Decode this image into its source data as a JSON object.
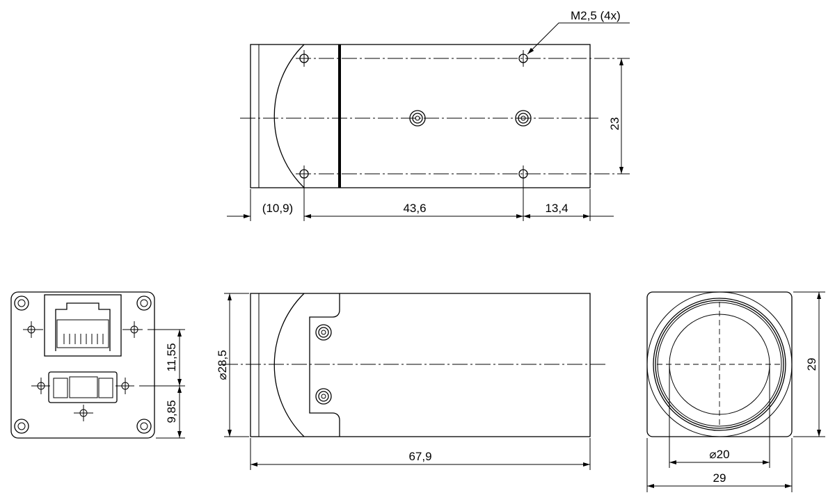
{
  "top_view": {
    "thread_callout": "M2,5 (4x)",
    "dim_height": "23",
    "dim_flange": "(10,9)",
    "dim_hole_spacing": "43,6",
    "dim_rear": "13,4"
  },
  "side_view": {
    "dim_diameter": "⌀28,5",
    "dim_length": "67,9"
  },
  "back_view": {
    "dim_upper": "11,55",
    "dim_lower": "9,85"
  },
  "front_view": {
    "dim_height": "29",
    "dim_lens_diameter": "⌀20",
    "dim_width": "29"
  }
}
